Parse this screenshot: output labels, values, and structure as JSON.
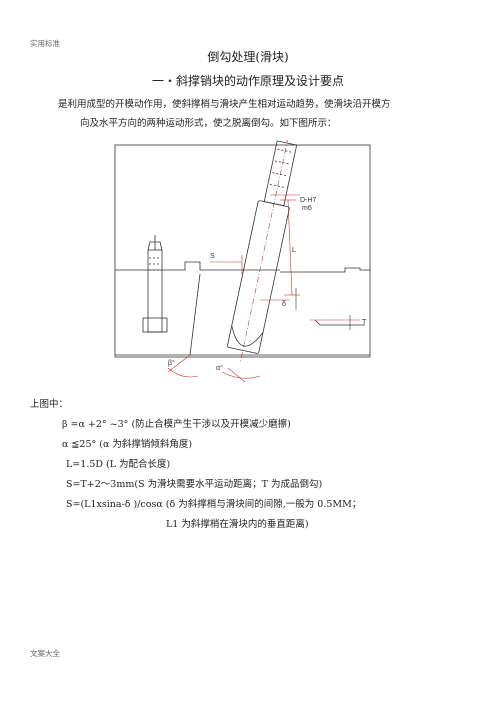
{
  "page": {
    "header": "实用标准",
    "footer": "文案大全"
  },
  "doc": {
    "title": "倒勾处理(滑块)",
    "subtitle": "一・斜撑销块的动作原理及设计要点",
    "paragraph_line1": "是利用成型的开模动作用，使斜撑梢与滑块产生相对运动趋势，使滑块沿开模方",
    "paragraph_line2": "向及水平方向的两种运动形式，使之脱离倒勾。如下图所示：",
    "intro": "上图中：",
    "formulas": [
      "β =α +2°  ~3°  (防止合模产生干涉以及开模减少磨擦)",
      "α  ≦25°  (α  为斜撑销倾斜角度)",
      "L=1.5D    (L 为配合长度)",
      "S=T+2～3mm(S 为滑块需要水平运动距离；T 为成品倒勾)",
      "S=(L1xsina-δ  )/cosα (δ  为斜撑梢与滑块间的间隙,一般为 0.5MM；",
      "L1 为斜撑梢在滑块内的垂直距离)"
    ]
  },
  "diagram": {
    "labels": {
      "fit_top": "D-H7",
      "fit_bottom": "m6",
      "length": "L",
      "stroke": "S",
      "gap": "δ",
      "undercut": "T",
      "beta": "β°",
      "alpha": "α°"
    }
  }
}
